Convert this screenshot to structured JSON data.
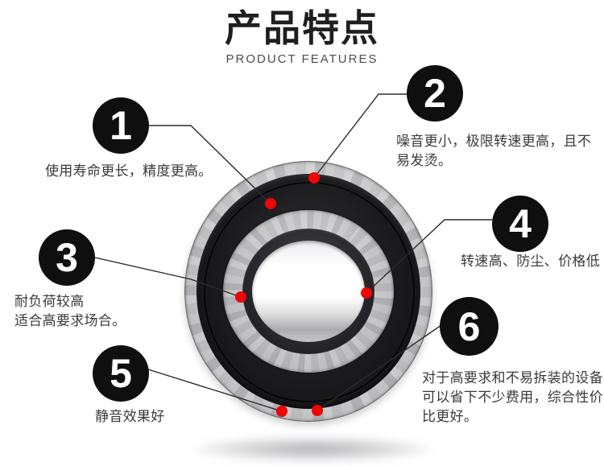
{
  "header": {
    "title": "产品特点",
    "subtitle": "PRODUCT FEATURES"
  },
  "features": [
    {
      "num": "1",
      "lines": [
        "使用寿命更长，精度更高。"
      ]
    },
    {
      "num": "2",
      "lines": [
        "噪音更小，极限转速更高，且不",
        "易发烫。"
      ]
    },
    {
      "num": "3",
      "lines": [
        "耐负荷较高",
        "适合高要求场合。"
      ]
    },
    {
      "num": "4",
      "lines": [
        "转速高、防尘、价格低"
      ]
    },
    {
      "num": "5",
      "lines": [
        "静音效果好"
      ]
    },
    {
      "num": "6",
      "lines": [
        "对于高要求和不易拆装的设备",
        "可以省下不少费用，综合性价",
        "比更好。"
      ]
    }
  ],
  "colors": {
    "badge_black": "#0f0f0f",
    "marker_red": "#ee0505",
    "connector_line": "#2b2b2b",
    "title_text": "#1f1f1f",
    "subtitle_text": "#4d4d4d",
    "body_text": "#3a3a3a"
  }
}
